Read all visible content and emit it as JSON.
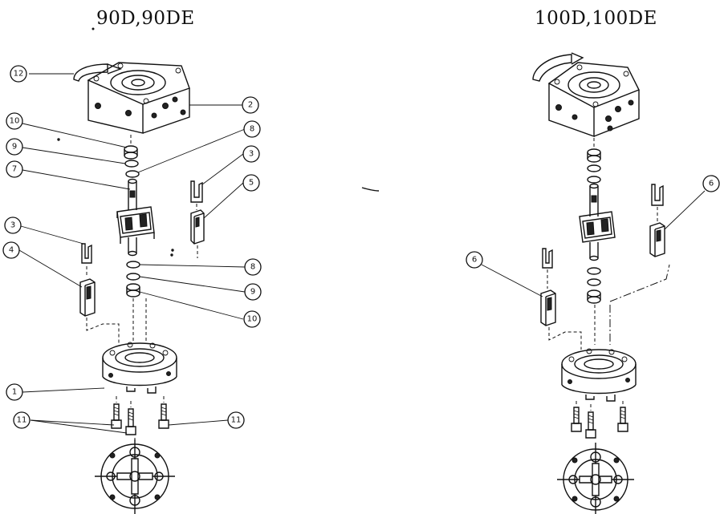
{
  "titles": {
    "left": "90D,90DE",
    "right": "100D,100DE"
  },
  "callouts": {
    "c12": "12",
    "c2": "2",
    "c10a": "10",
    "c8a": "8",
    "c9a": "9",
    "c7": "7",
    "c3a": "3",
    "c5": "5",
    "c3b": "3",
    "c4": "4",
    "c8b": "8",
    "c9b": "9",
    "c10b": "10",
    "c1": "1",
    "c11a": "11",
    "c11b": "11",
    "c6a": "6",
    "c6b": "6"
  }
}
